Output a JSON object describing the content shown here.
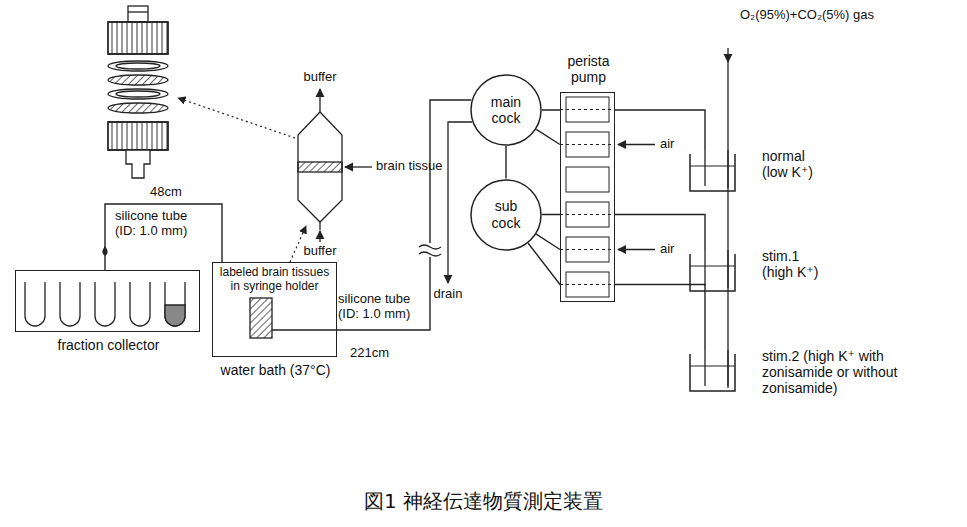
{
  "diagram": {
    "caption": "図1 神経伝達物質測定装置",
    "nodes": [
      {
        "text": [
          "fraction collector"
        ]
      },
      {
        "text": [
          "labeled brain tissues in syringe holder",
          "water bath (37°C)"
        ]
      },
      {
        "text": [
          "main cock"
        ]
      },
      {
        "text": [
          "sub cock"
        ]
      },
      {
        "text": [
          "perista pump"
        ]
      },
      {
        "text": [
          "normal (low K⁺)"
        ]
      },
      {
        "text": [
          "stim.1 (high K⁺)"
        ]
      },
      {
        "text": [
          "stim.2 (high K⁺ with zonisamide or without zonisamide)"
        ]
      }
    ],
    "edges": [
      {
        "from": 1,
        "to": 0,
        "arrow": "none"
      },
      {
        "from": 2,
        "to": 1,
        "arrow": "none"
      },
      {
        "from": 5,
        "to": 2,
        "arrow": "none"
      },
      {
        "from": 6,
        "to": 3,
        "arrow": "none"
      },
      {
        "from": 7,
        "to": 3,
        "arrow": "none"
      },
      {
        "from": 3,
        "to": 2,
        "arrow": "none"
      }
    ],
    "labels": [
      "buffer",
      "buffer",
      "brain tissue",
      "48cm",
      "silicone tube (ID: 1.0 mm)",
      "silicone tube (ID: 1.0 mm)",
      "221cm",
      "drain",
      "air",
      "air",
      "O₂(95%)+CO₂(5%) gas"
    ]
  }
}
